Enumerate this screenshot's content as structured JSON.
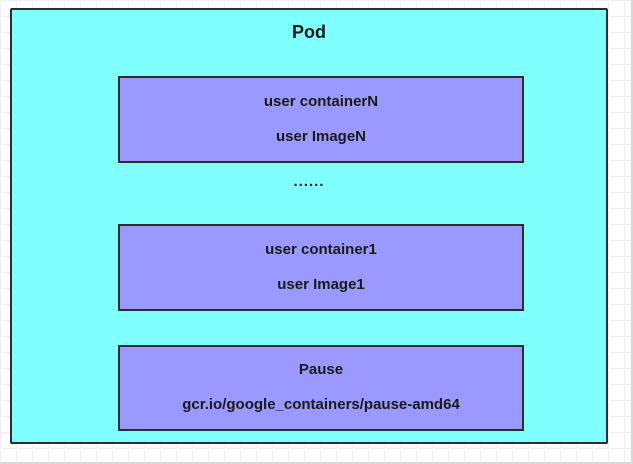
{
  "canvas": {
    "background": "#ffffff",
    "grid_color": "#eeeeee"
  },
  "pod": {
    "title": "Pod",
    "fill": "#80ffff",
    "border": "#2d2d2d",
    "container_fill": "#9999ff",
    "ellipsis": "......",
    "containers": [
      {
        "name": "user containerN",
        "image": "user ImageN"
      },
      {
        "name": "user container1",
        "image": "user Image1"
      },
      {
        "name": "Pause",
        "image": "gcr.io/google_containers/pause-amd64"
      }
    ]
  }
}
